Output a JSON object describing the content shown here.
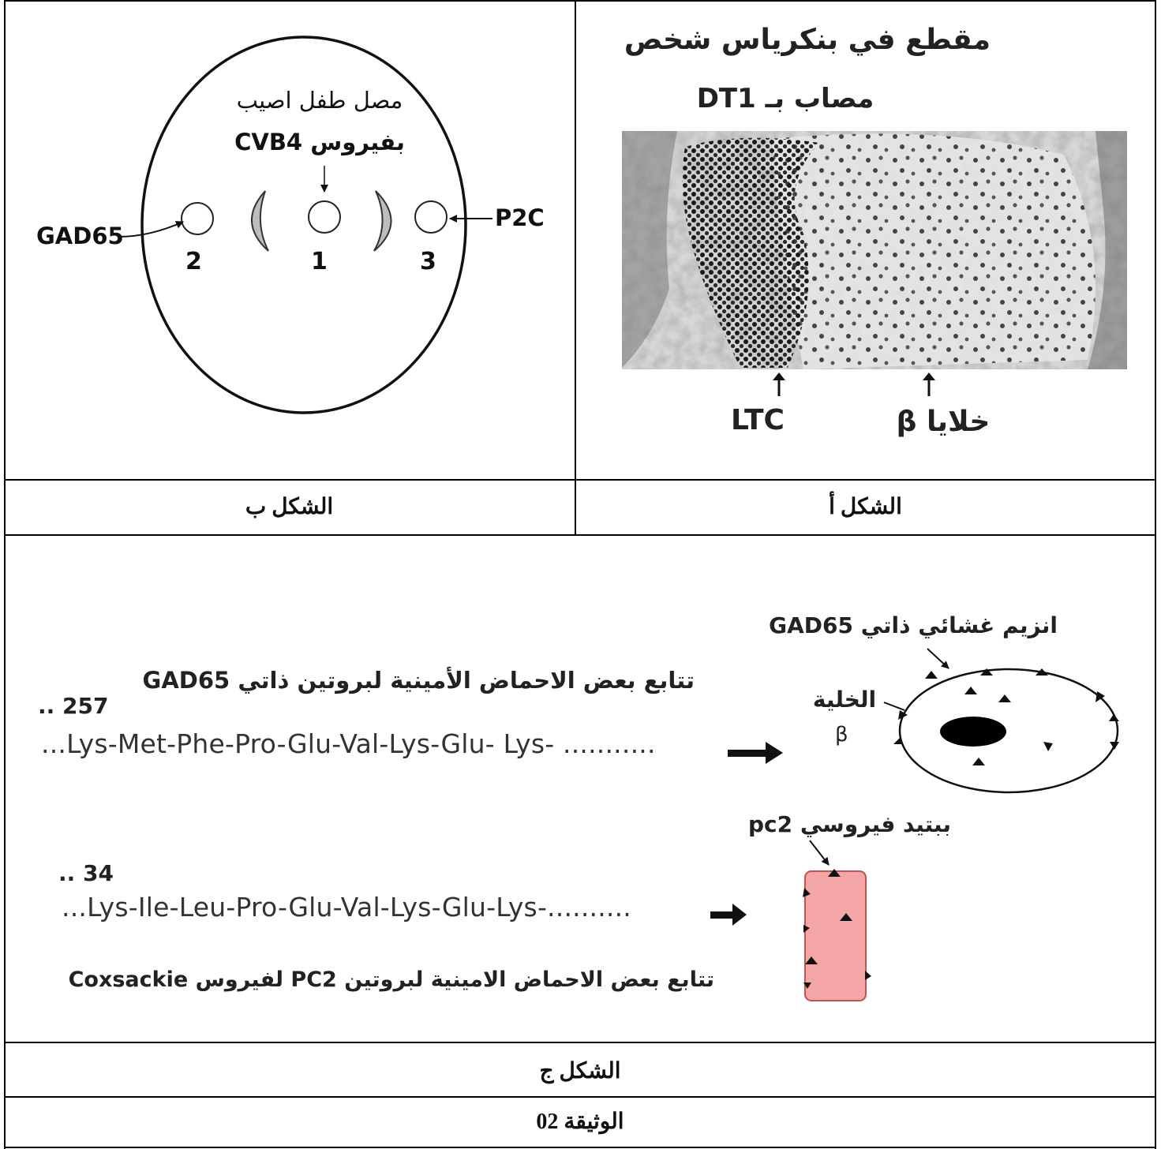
{
  "figure_b": {
    "caption": "الشكل ب",
    "serum_line1": "مصل طفل اصيب",
    "serum_line2": "بفيروس CVB4",
    "well_1": "1",
    "well_2": "2",
    "well_3": "3",
    "left_antigen": "GAD65",
    "right_antigen": "P2C"
  },
  "figure_a": {
    "caption": "الشكل أ",
    "title_line1": "مقطع في بنكرياس شخص",
    "title_line2": "مصاب بـ DT1",
    "label_ltc": "LTC",
    "label_beta": "خلايا β"
  },
  "figure_c": {
    "caption": "الشكل ج",
    "gad_seq_title": "تتابع بعض الاحماض الأمينية لبروتين ذاتي GAD65",
    "gad_position": ".. 257",
    "gad_sequence": "...Lys-Met-Phe-Pro-Glu-Val-Lys-Glu- Lys- ...........",
    "p2c_position": ".. 34",
    "p2c_sequence": "...Lys-Ile-Leu-Pro-Glu-Val-Lys-Glu-Lys-..........",
    "p2c_seq_title": "تتابع بعض الاحماض الامينية لبروتين PC2 لفيروس Coxsackie",
    "enzyme_label": "انزيم غشائي ذاتي GAD65",
    "cell_label": "الخلية",
    "cell_beta": "β",
    "peptide_label": "ببتيد فيروسي pc2",
    "peptide_color": "#f4a6a6"
  },
  "document_title": "الوثيقة 02"
}
